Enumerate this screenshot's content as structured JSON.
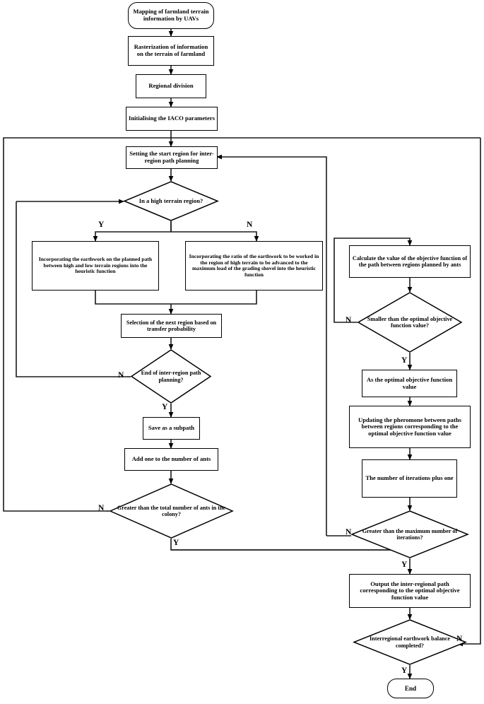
{
  "diagram": {
    "title": "IACO inter-region path planning flowchart",
    "colors": {
      "line": "#1a1a1a",
      "node_fill": "#ffffff",
      "text": "#000000"
    }
  },
  "nodes": {
    "start": "Mapping of farmland terrain information by UAVs",
    "rasterization": "Rasterization of information on the terrain of farmland",
    "regional_division": "Regional division",
    "init_params": "Initialising the IACO parameters",
    "set_start_region": "Setting the start region for inter-region path planning",
    "high_terrain_q": "In a high terrain region?",
    "heuristic_yes": "Incorporating the earthwork on the planned path between high and low terrain regions into the heuristic function",
    "heuristic_no": "Incorporating the ratio of the earthwork to be worked in the region of high terrain to be advanced to the maximum load of the grading shovel into the heuristic function",
    "select_next_region": "Selection of the next region based on transfer probability",
    "end_path_planning_q": "End of inter-region path planning?",
    "save_subpath": "Save as a subpath",
    "add_one_ant": "Add one to the number of ants",
    "greater_total_ants_q": "Greater than the total number of ants in the colony?",
    "calc_objective": "Calculate the value of the objective function of the path between regions planned by ants",
    "smaller_optimal_q": "Smaller than the optimal objective function value?",
    "as_optimal": "As the optimal objective function value",
    "update_pheromone": "Updating the pheromone between paths between regions corresponding to the optimal objective function value",
    "iterations_plus_one": "The number of iterations plus one",
    "greater_max_iter_q": "Greater than the maximum number of iterations?",
    "output_path": "Output the inter-regional path corresponding to the optimal objective function value",
    "earthwork_balance_q": "Interregional earthwork balance completed?",
    "end": "End"
  },
  "branch_labels": {
    "high_terrain_yes": "Y",
    "high_terrain_no": "N",
    "end_path_no": "N",
    "end_path_yes": "Y",
    "ants_no": "N",
    "ants_yes": "Y",
    "smaller_no": "N",
    "smaller_yes": "Y",
    "maxiter_no": "N",
    "maxiter_yes": "Y",
    "balance_no": "N",
    "balance_yes": "Y"
  },
  "chart_data": {
    "type": "diagram",
    "subtype": "flowchart",
    "title": "Mapping of farmland terrain information by UAVs — IACO path planning",
    "node_count": 22,
    "shapes": {
      "terminator": [
        "start",
        "end"
      ],
      "process": [
        "rasterization",
        "regional_division",
        "init_params",
        "set_start_region",
        "heuristic_yes",
        "heuristic_no",
        "select_next_region",
        "save_subpath",
        "add_one_ant",
        "calc_objective",
        "as_optimal",
        "update_pheromone",
        "iterations_plus_one",
        "output_path"
      ],
      "decision": [
        "high_terrain_q",
        "end_path_planning_q",
        "greater_total_ants_q",
        "smaller_optimal_q",
        "greater_max_iter_q",
        "earthwork_balance_q"
      ]
    },
    "edges": [
      {
        "from": "start",
        "to": "rasterization",
        "label": ""
      },
      {
        "from": "rasterization",
        "to": "regional_division",
        "label": ""
      },
      {
        "from": "regional_division",
        "to": "init_params",
        "label": ""
      },
      {
        "from": "init_params",
        "to": "set_start_region",
        "label": ""
      },
      {
        "from": "set_start_region",
        "to": "high_terrain_q",
        "label": ""
      },
      {
        "from": "high_terrain_q",
        "to": "heuristic_yes",
        "label": "Y"
      },
      {
        "from": "high_terrain_q",
        "to": "heuristic_no",
        "label": "N"
      },
      {
        "from": "heuristic_yes",
        "to": "select_next_region",
        "label": ""
      },
      {
        "from": "heuristic_no",
        "to": "select_next_region",
        "label": ""
      },
      {
        "from": "select_next_region",
        "to": "end_path_planning_q",
        "label": ""
      },
      {
        "from": "end_path_planning_q",
        "to": "high_terrain_q",
        "label": "N"
      },
      {
        "from": "end_path_planning_q",
        "to": "save_subpath",
        "label": "Y"
      },
      {
        "from": "save_subpath",
        "to": "add_one_ant",
        "label": ""
      },
      {
        "from": "add_one_ant",
        "to": "greater_total_ants_q",
        "label": ""
      },
      {
        "from": "greater_total_ants_q",
        "to": "high_terrain_q",
        "label": "N"
      },
      {
        "from": "greater_total_ants_q",
        "to": "calc_objective",
        "label": "Y"
      },
      {
        "from": "calc_objective",
        "to": "smaller_optimal_q",
        "label": ""
      },
      {
        "from": "smaller_optimal_q",
        "to": "calc_objective",
        "label": "N"
      },
      {
        "from": "smaller_optimal_q",
        "to": "as_optimal",
        "label": "Y"
      },
      {
        "from": "as_optimal",
        "to": "update_pheromone",
        "label": ""
      },
      {
        "from": "update_pheromone",
        "to": "iterations_plus_one",
        "label": ""
      },
      {
        "from": "iterations_plus_one",
        "to": "greater_max_iter_q",
        "label": ""
      },
      {
        "from": "greater_max_iter_q",
        "to": "set_start_region",
        "label": "N"
      },
      {
        "from": "greater_max_iter_q",
        "to": "output_path",
        "label": "Y"
      },
      {
        "from": "output_path",
        "to": "earthwork_balance_q",
        "label": ""
      },
      {
        "from": "earthwork_balance_q",
        "to": "set_start_region",
        "label": "N"
      },
      {
        "from": "earthwork_balance_q",
        "to": "end",
        "label": "Y"
      }
    ]
  }
}
